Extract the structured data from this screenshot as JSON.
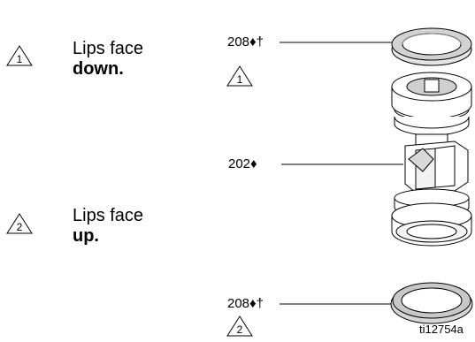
{
  "notes": [
    {
      "marker": "1",
      "line1": "Lips face",
      "line2": "down."
    },
    {
      "marker": "2",
      "line1": "Lips face",
      "line2": "up."
    }
  ],
  "callouts": {
    "top_seal": {
      "ref": "208♦†",
      "marker": "1"
    },
    "housing": {
      "ref": "202♦"
    },
    "bottom_seal": {
      "ref": "208♦†",
      "marker": "2"
    }
  },
  "figure_id": "ti12754a"
}
